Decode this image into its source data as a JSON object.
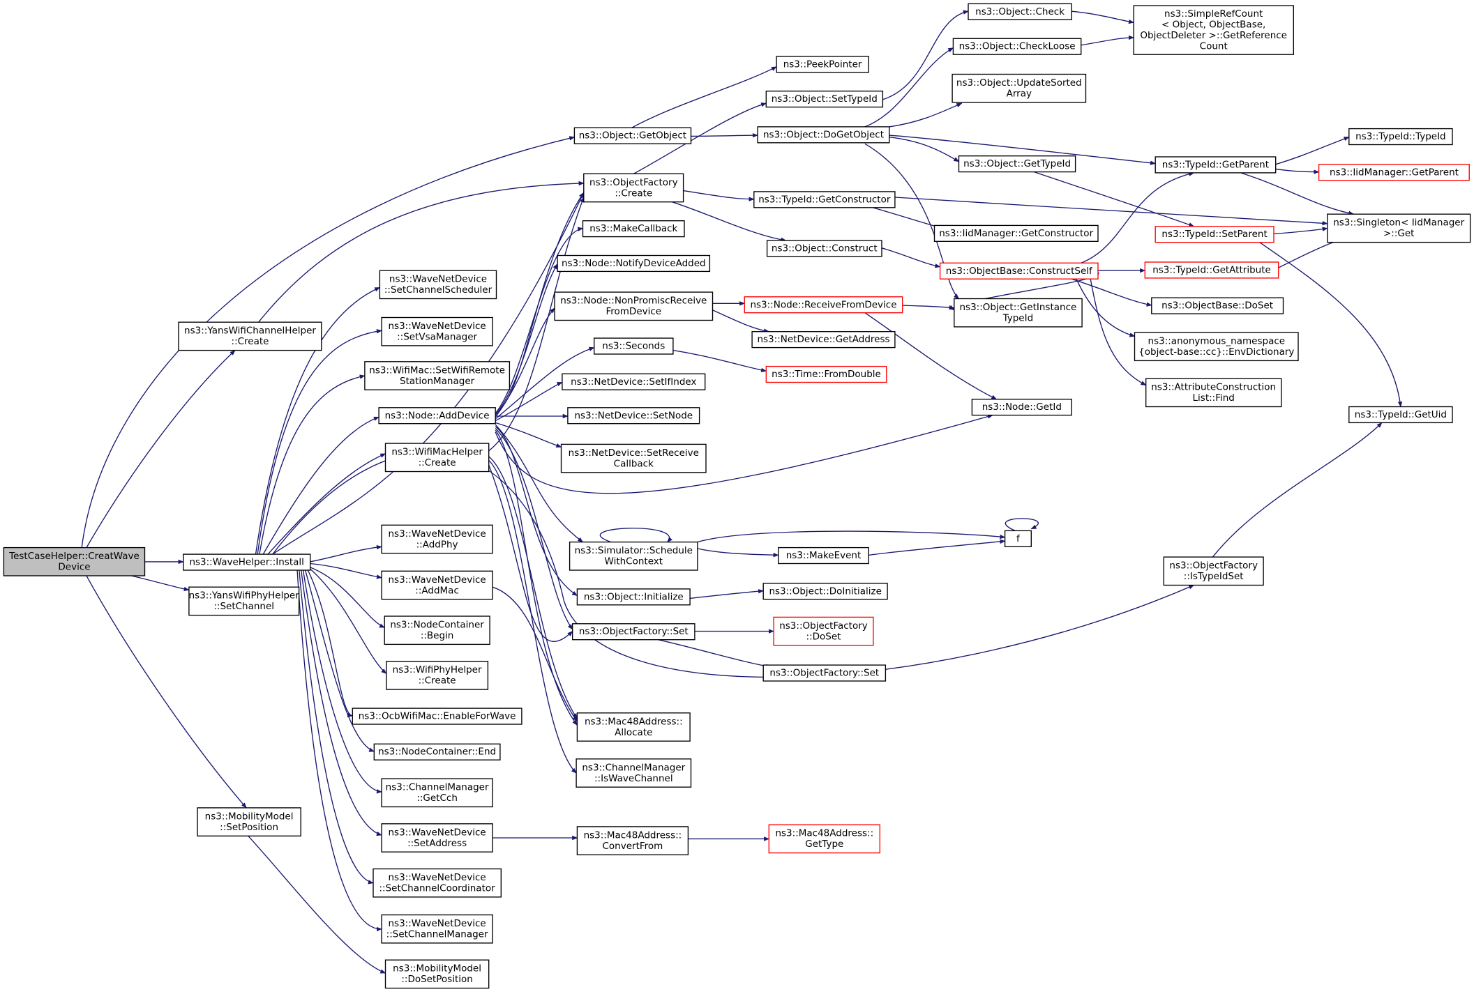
{
  "diagram": {
    "colors": {
      "edge": "#191970",
      "border": "#000000",
      "truncated_border": "#ff0000",
      "root_fill": "#bfbfbf",
      "fill": "#ffffff",
      "text": "#000000"
    },
    "nodes": {
      "root": {
        "lines": [
          "TestCaseHelper::CreatWave",
          "Device"
        ]
      },
      "wave_install": {
        "lines": [
          "ns3::WaveHelper::Install"
        ]
      },
      "yans_phy_setchan": {
        "lines": [
          "ns3::YansWifiPhyHelper",
          "::SetChannel"
        ]
      },
      "yans_chan_create": {
        "lines": [
          "ns3::YansWifiChannelHelper",
          "::Create"
        ]
      },
      "mobility_setpos": {
        "lines": [
          "ns3::MobilityModel",
          "::SetPosition"
        ]
      },
      "obj_getobject": {
        "lines": [
          "ns3::Object::GetObject"
        ]
      },
      "objfactory_create": {
        "lines": [
          "ns3::ObjectFactory",
          "::Create"
        ]
      },
      "wnd_set_chsched": {
        "lines": [
          "ns3::WaveNetDevice",
          "::SetChannelScheduler"
        ]
      },
      "wnd_set_vsa": {
        "lines": [
          "ns3::WaveNetDevice",
          "::SetVsaManager"
        ]
      },
      "wifimac_setrsm": {
        "lines": [
          "ns3::WifiMac::SetWifiRemote",
          "StationManager"
        ]
      },
      "node_adddevice": {
        "lines": [
          "ns3::Node::AddDevice"
        ]
      },
      "wifimachelper_create": {
        "lines": [
          "ns3::WifiMacHelper",
          "::Create"
        ]
      },
      "wnd_addphy": {
        "lines": [
          "ns3::WaveNetDevice",
          "::AddPhy"
        ]
      },
      "wnd_addmac": {
        "lines": [
          "ns3::WaveNetDevice",
          "::AddMac"
        ]
      },
      "nodecont_begin": {
        "lines": [
          "ns3::NodeContainer",
          "::Begin"
        ]
      },
      "wifiphyhelper_create": {
        "lines": [
          "ns3::WifiPhyHelper",
          "::Create"
        ]
      },
      "ocb_enable": {
        "lines": [
          "ns3::OcbWifiMac::EnableForWave"
        ]
      },
      "nodecont_end": {
        "lines": [
          "ns3::NodeContainer::End"
        ]
      },
      "chanmgr_getcch": {
        "lines": [
          "ns3::ChannelManager",
          "::GetCch"
        ]
      },
      "wnd_setaddress": {
        "lines": [
          "ns3::WaveNetDevice",
          "::SetAddress"
        ]
      },
      "wnd_set_chcoord": {
        "lines": [
          "ns3::WaveNetDevice",
          "::SetChannelCoordinator"
        ]
      },
      "wnd_set_chmgr": {
        "lines": [
          "ns3::WaveNetDevice",
          "::SetChannelManager"
        ]
      },
      "mobility_dosetpos": {
        "lines": [
          "ns3::MobilityModel",
          "::DoSetPosition"
        ]
      },
      "peekpointer": {
        "lines": [
          "ns3::PeekPointer"
        ]
      },
      "obj_settypeid": {
        "lines": [
          "ns3::Object::SetTypeId"
        ]
      },
      "obj_dogetobject": {
        "lines": [
          "ns3::Object::DoGetObject"
        ]
      },
      "makecallback": {
        "lines": [
          "ns3::MakeCallback"
        ]
      },
      "node_notify": {
        "lines": [
          "ns3::Node::NotifyDeviceAdded"
        ]
      },
      "node_nonpromisc": {
        "lines": [
          "ns3::Node::NonPromiscReceive",
          "FromDevice"
        ]
      },
      "seconds": {
        "lines": [
          "ns3::Seconds"
        ]
      },
      "nd_setifindex": {
        "lines": [
          "ns3::NetDevice::SetIfIndex"
        ]
      },
      "nd_setnode": {
        "lines": [
          "ns3::NetDevice::SetNode"
        ]
      },
      "nd_setreceivecb": {
        "lines": [
          "ns3::NetDevice::SetReceive",
          "Callback"
        ]
      },
      "sim_schedule": {
        "lines": [
          "ns3::Simulator::Schedule",
          "WithContext"
        ]
      },
      "obj_initialize": {
        "lines": [
          "ns3::Object::Initialize"
        ]
      },
      "objfactory_set1": {
        "lines": [
          "ns3::ObjectFactory::Set"
        ]
      },
      "mac48_allocate": {
        "lines": [
          "ns3::Mac48Address::",
          "Allocate"
        ]
      },
      "chanmgr_iswave": {
        "lines": [
          "ns3::ChannelManager",
          "::IsWaveChannel"
        ]
      },
      "mac48_convertfrom": {
        "lines": [
          "ns3::Mac48Address::",
          "ConvertFrom"
        ]
      },
      "obj_check": {
        "lines": [
          "ns3::Object::Check"
        ]
      },
      "obj_checkloose": {
        "lines": [
          "ns3::Object::CheckLoose"
        ]
      },
      "obj_updatesorted": {
        "lines": [
          "ns3::Object::UpdateSorted",
          "Array"
        ]
      },
      "typeid_getconstructor": {
        "lines": [
          "ns3::TypeId::GetConstructor"
        ]
      },
      "obj_construct": {
        "lines": [
          "ns3::Object::Construct"
        ]
      },
      "obj_gettypeid": {
        "lines": [
          "ns3::Object::GetTypeId"
        ]
      },
      "iid_getconstructor": {
        "lines": [
          "ns3::IidManager::GetConstructor"
        ]
      },
      "node_receivefromdevice": {
        "lines": [
          "ns3::Node::ReceiveFromDevice"
        ]
      },
      "nd_getaddress": {
        "lines": [
          "ns3::NetDevice::GetAddress"
        ]
      },
      "time_fromdouble": {
        "lines": [
          "ns3::Time::FromDouble"
        ]
      },
      "makeevent": {
        "lines": [
          "ns3::MakeEvent"
        ]
      },
      "f": {
        "lines": [
          "f"
        ]
      },
      "obj_doinitialize": {
        "lines": [
          "ns3::Object::DoInitialize"
        ]
      },
      "objfactory_doset": {
        "lines": [
          "ns3::ObjectFactory",
          "::DoSet"
        ]
      },
      "objfactory_set2": {
        "lines": [
          "ns3::ObjectFactory::Set"
        ]
      },
      "mac48_gettype": {
        "lines": [
          "ns3::Mac48Address::",
          "GetType"
        ]
      },
      "simplerefcount": {
        "lines": [
          "ns3::SimpleRefCount",
          "< Object, ObjectBase,",
          "ObjectDeleter >::GetReference",
          "Count"
        ]
      },
      "objbase_constructself": {
        "lines": [
          "ns3::ObjectBase::ConstructSelf"
        ]
      },
      "obj_getinstancetypeid": {
        "lines": [
          "ns3::Object::GetInstance",
          "TypeId"
        ]
      },
      "node_getid": {
        "lines": [
          "ns3::Node::GetId"
        ]
      },
      "objfactory_istypeidset": {
        "lines": [
          "ns3::ObjectFactory",
          "::IsTypeIdSet"
        ]
      },
      "typeid_getparent": {
        "lines": [
          "ns3::TypeId::GetParent"
        ]
      },
      "typeid_setparent": {
        "lines": [
          "ns3::TypeId::SetParent"
        ]
      },
      "typeid_getattribute": {
        "lines": [
          "ns3::TypeId::GetAttribute"
        ]
      },
      "objbase_doset": {
        "lines": [
          "ns3::ObjectBase::DoSet"
        ]
      },
      "anon_envdict": {
        "lines": [
          "ns3::anonymous_namespace",
          "{object-base::cc}::EnvDictionary"
        ]
      },
      "attrconstr_find": {
        "lines": [
          "ns3::AttributeConstruction",
          "List::Find"
        ]
      },
      "typeid_typeid": {
        "lines": [
          "ns3::TypeId::TypeId"
        ]
      },
      "iid_getparent": {
        "lines": [
          "ns3::IidManager::GetParent"
        ]
      },
      "singleton_get": {
        "lines": [
          "ns3::Singleton< IidManager",
          ">::Get"
        ]
      },
      "typeid_getuid": {
        "lines": [
          "ns3::TypeId::GetUid"
        ]
      }
    }
  }
}
